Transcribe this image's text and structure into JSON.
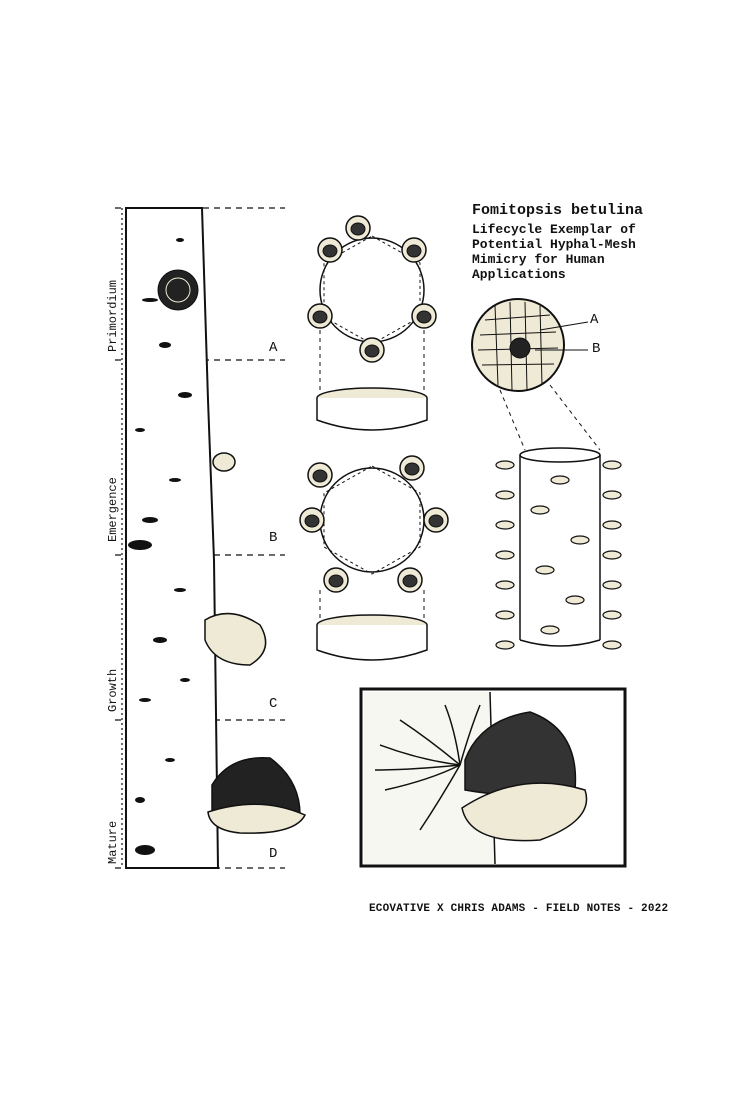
{
  "header": {
    "species": "Fomitopsis betulina",
    "subtitle_lines": [
      "Lifecycle Exemplar of",
      "Potential Hyphal-Mesh",
      "Mimicry for Human",
      "Applications"
    ]
  },
  "stages": [
    {
      "label": "Primordium",
      "letter": "A"
    },
    {
      "label": "Emergence",
      "letter": "B"
    },
    {
      "label": "Growth",
      "letter": "C"
    },
    {
      "label": "Mature",
      "letter": "D"
    }
  ],
  "detail_labels": {
    "a": "A",
    "b": "B"
  },
  "footer": "ECOVATIVE X CHRIS ADAMS - FIELD NOTES - 2022",
  "colors": {
    "ink": "#111111",
    "cream": "#efead6",
    "paper": "#ffffff"
  }
}
